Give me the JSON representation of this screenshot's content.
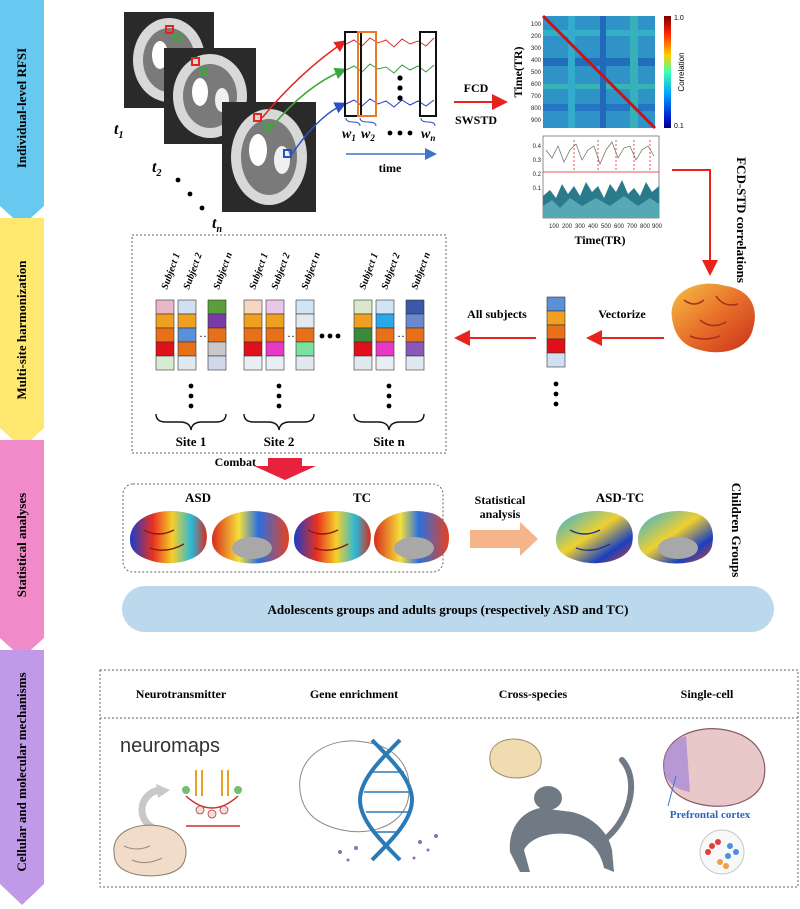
{
  "stages": [
    {
      "label": "Individual-level RFSI",
      "color": "#67c9f0"
    },
    {
      "label": "Multi-site harmonization",
      "color": "#ffe870"
    },
    {
      "label": "Statistical analyses",
      "color": "#f08ac8"
    },
    {
      "label": "Cellular and molecular mechanisms",
      "color": "#c09ae8"
    }
  ],
  "rfsi": {
    "time_labels": [
      "t",
      "t",
      "t"
    ],
    "time_subscripts": [
      "1",
      "2",
      "n"
    ],
    "window_labels": [
      "w",
      "w",
      "w"
    ],
    "window_subscripts": [
      "1",
      "2",
      "n"
    ],
    "time_axis": "time",
    "methods": [
      "FCD",
      "SWSTD"
    ],
    "heatmap_ylabel": "Time(TR)",
    "heatmap_yticks": [
      "100",
      "200",
      "300",
      "400",
      "500",
      "600",
      "700",
      "800",
      "900"
    ],
    "colorbar_label": "Correlation",
    "colorbar_max": "1.0",
    "colorbar_min": "0.1",
    "std_xlabel": "Time(TR)",
    "std_xticks": [
      "100",
      "200",
      "300",
      "400",
      "500",
      "600",
      "700",
      "800",
      "900"
    ],
    "std_yticks": [
      "0.4",
      "0.3",
      "0.2",
      "0.1"
    ],
    "correlation_label": "FCD-STD correlations"
  },
  "harmonization": {
    "subject_labels": [
      "Subject 1",
      "Subject 2",
      "Subject n"
    ],
    "site_labels": [
      "Site 1",
      "Site 2",
      "Site n"
    ],
    "vectorize_label": "Vectorize",
    "all_subjects_label": "All subjects",
    "combat_label": "Combat"
  },
  "stats": {
    "asd_label": "ASD",
    "tc_label": "TC",
    "analysis_label_1": "Statistical",
    "analysis_label_2": "analysis",
    "diff_label": "ASD-TC",
    "children_label": "Children Groups",
    "other_groups_banner": "Adolescents groups and adults groups (respectively ASD and TC)"
  },
  "mechanisms": {
    "columns": [
      "Neurotransmitter",
      "Gene enrichment",
      "Cross-species",
      "Single-cell"
    ],
    "neuromaps_logo": "neuromaps",
    "prefrontal_label": "Prefrontal cortex"
  },
  "colors": {
    "arrow_red": "#e8221c",
    "arrow_blue": "#3c74c8",
    "combat_arrow": "#e8223c",
    "analysis_arrow": "#f6b48a",
    "banner": "#bcd8ec"
  }
}
